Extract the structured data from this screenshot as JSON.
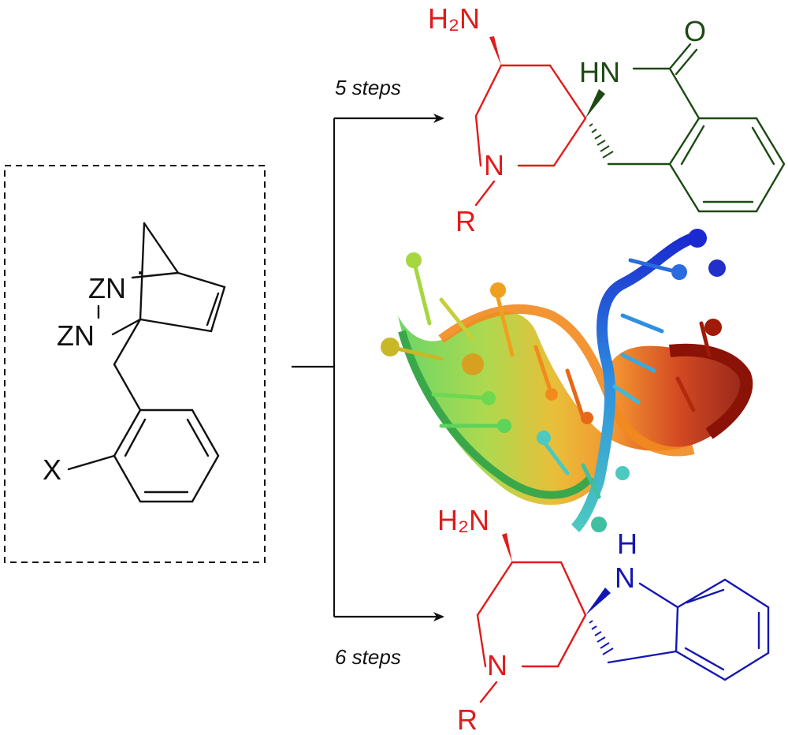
{
  "colors": {
    "black": "#111111",
    "red": "#e01b1b",
    "green": "#1d4a14",
    "blue": "#1416b4",
    "rna_gradient": [
      "#1a2ad0",
      "#2f8fe0",
      "#4cc9c0",
      "#5ed35a",
      "#a6d640",
      "#e0c030",
      "#f28a1e",
      "#d03a10",
      "#8a1206"
    ]
  },
  "starting_material": {
    "labels": {
      "zn_top": "ZN",
      "zn_bottom": "ZN",
      "x": "X"
    }
  },
  "routes": {
    "top": {
      "steps_label": "5 steps"
    },
    "bottom": {
      "steps_label": "6 steps"
    }
  },
  "product_top": {
    "labels": {
      "h2n": "H₂N",
      "hn": "HN",
      "o": "O",
      "n": "N",
      "r": "R"
    }
  },
  "product_bottom": {
    "labels": {
      "h2n": "H₂N",
      "h": "H",
      "n_indoline": "N",
      "n": "N",
      "r": "R"
    }
  },
  "center_image": {
    "icon": "rna-ribbon-structure-icon"
  }
}
